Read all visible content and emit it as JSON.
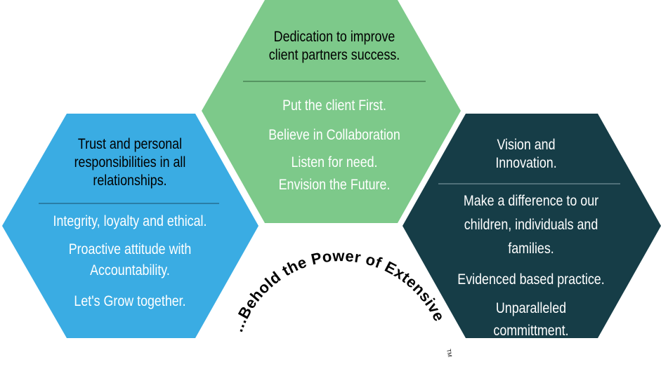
{
  "colors": {
    "left": "#3aace3",
    "center": "#7dc98a",
    "right": "#163d47",
    "arc_text": "#000000"
  },
  "left": {
    "title": [
      "Trust and personal",
      "responsibilities in all",
      "relationships."
    ],
    "items": [
      "Integrity, loyalty and ethical.",
      "Proactive attitude with",
      "Accountability.",
      "Let's Grow together."
    ]
  },
  "center": {
    "title": [
      "Dedication to improve",
      "client partners success."
    ],
    "items": [
      "Put the client First.",
      "Believe in Collaboration",
      "Listen for need.",
      "Envision the Future."
    ]
  },
  "right": {
    "title": [
      "Vision and",
      "Innovation."
    ],
    "items": [
      "Make a difference to our",
      "children, individuals and families.",
      "Evidenced based practice.",
      "Unparalleled",
      "committment."
    ]
  },
  "tagline": {
    "text": "...Behold the Power of Extensive",
    "mark": "TM"
  }
}
